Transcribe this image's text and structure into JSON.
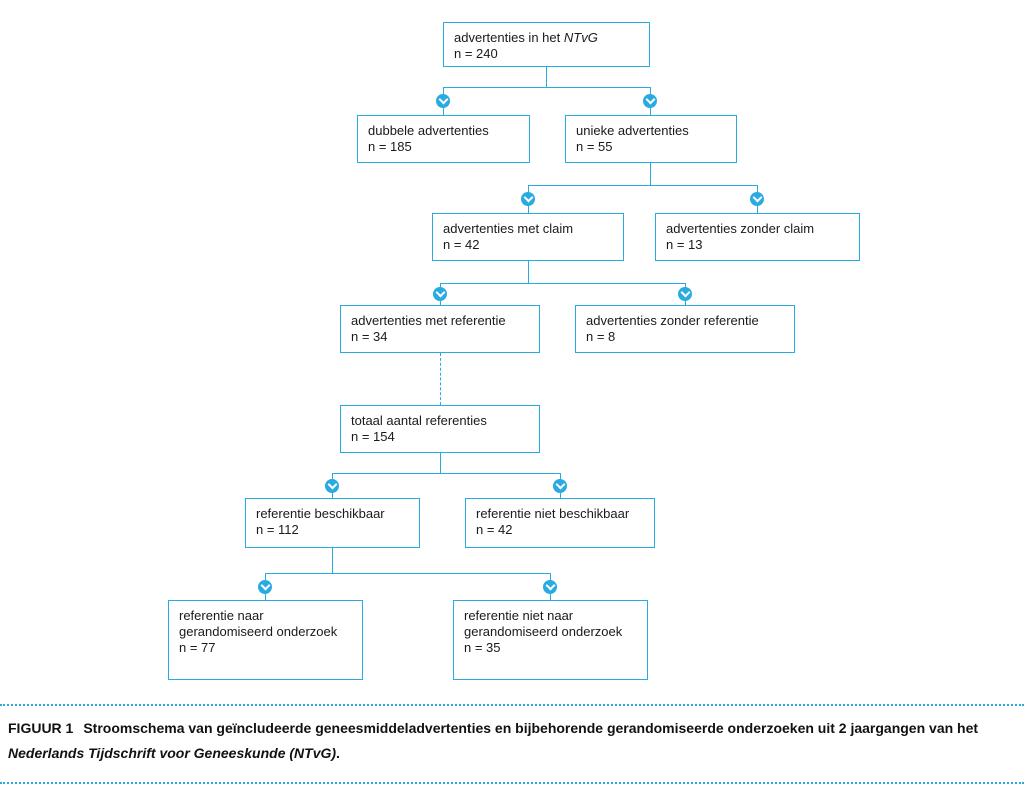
{
  "colors": {
    "accent": "#29abe2",
    "box_border": "#29abe2",
    "text": "#1a1a1a",
    "background": "#ffffff"
  },
  "flowchart": {
    "nodes": [
      {
        "id": "advertenties-in-het-ntvg",
        "label_pre": "advertenties in het ",
        "label_italic": "NTvG",
        "n": "n = 240"
      },
      {
        "id": "dubbele-advertenties",
        "label": "dubbele advertenties",
        "n": "n = 185"
      },
      {
        "id": "unieke-advertenties",
        "label": "unieke advertenties",
        "n": "n = 55"
      },
      {
        "id": "advertenties-met-claim",
        "label": "advertenties met claim",
        "n": "n = 42"
      },
      {
        "id": "advertenties-zonder-claim",
        "label": "advertenties zonder claim",
        "n": "n = 13"
      },
      {
        "id": "advertenties-met-referentie",
        "label": "advertenties met referentie",
        "n": "n = 34"
      },
      {
        "id": "advertenties-zonder-referentie",
        "label": "advertenties zonder referentie",
        "n": "n = 8"
      },
      {
        "id": "totaal-aantal-referenties",
        "label": "totaal aantal referenties",
        "n": "n = 154"
      },
      {
        "id": "referentie-beschikbaar",
        "label": "referentie beschikbaar",
        "n": "n = 112"
      },
      {
        "id": "referentie-niet-beschikbaar",
        "label": "referentie niet beschikbaar",
        "n": "n = 42"
      },
      {
        "id": "referentie-naar-gerandomiseerd-onderzoek",
        "label_line1": "referentie naar",
        "label_line2": "gerandomiseerd onderzoek",
        "n": "n = 77"
      },
      {
        "id": "referentie-niet-naar-gerandomiseerd-onderzoek",
        "label_line1": "referentie niet naar",
        "label_line2": "gerandomiseerd onderzoek",
        "n": "n = 35"
      }
    ],
    "edges": [
      {
        "from": "advertenties-in-het-ntvg",
        "to": "dubbele-advertenties"
      },
      {
        "from": "advertenties-in-het-ntvg",
        "to": "unieke-advertenties"
      },
      {
        "from": "unieke-advertenties",
        "to": "advertenties-met-claim"
      },
      {
        "from": "unieke-advertenties",
        "to": "advertenties-zonder-claim"
      },
      {
        "from": "advertenties-met-claim",
        "to": "advertenties-met-referentie"
      },
      {
        "from": "advertenties-met-claim",
        "to": "advertenties-zonder-referentie"
      },
      {
        "from": "advertenties-met-referentie",
        "to": "totaal-aantal-referenties",
        "style": "dashed"
      },
      {
        "from": "totaal-aantal-referenties",
        "to": "referentie-beschikbaar"
      },
      {
        "from": "totaal-aantal-referenties",
        "to": "referentie-niet-beschikbaar"
      },
      {
        "from": "referentie-beschikbaar",
        "to": "referentie-naar-gerandomiseerd-onderzoek"
      },
      {
        "from": "referentie-beschikbaar",
        "to": "referentie-niet-naar-gerandomiseerd-onderzoek"
      }
    ]
  },
  "caption": {
    "label": "FIGUUR 1",
    "text": "Stroomschema van geïncludeerde geneesmiddeladvertenties en bijbehorende gerandomiseerde onderzoeken uit 2 jaargangen van het ",
    "journal_italic": "Nederlands Tijdschrift voor Geneeskunde (NTvG)",
    "suffix": "."
  }
}
